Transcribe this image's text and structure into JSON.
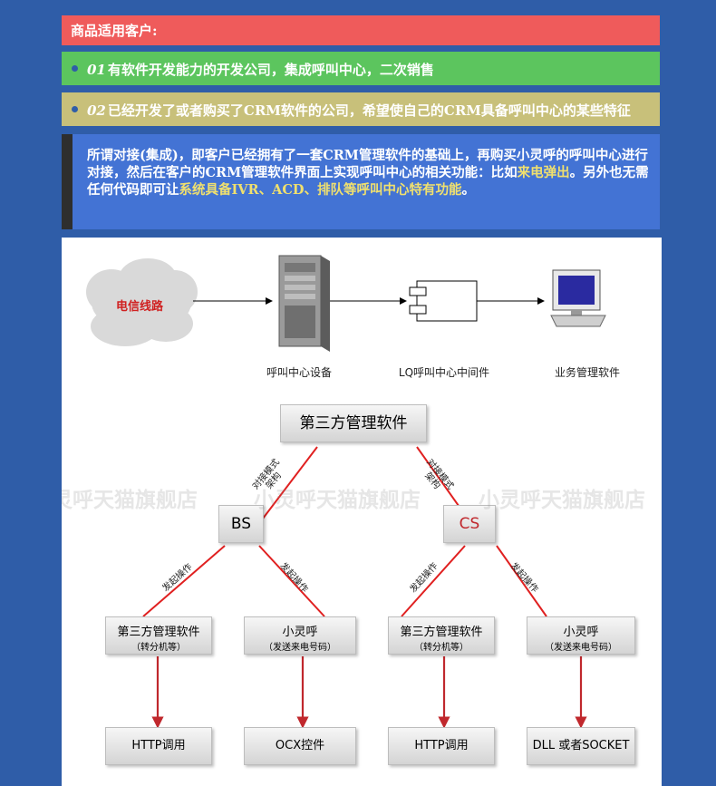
{
  "header": {
    "title": "商品适用客户:"
  },
  "customer_rows": [
    {
      "number": "01",
      "text": "有软件开发能力的开发公司，集成呼叫中心，二次销售"
    },
    {
      "number": "02",
      "text": "已经开发了或者购买了CRM软件的公司，希望使自己的CRM具备呼叫中心的某些特征"
    }
  ],
  "description": {
    "part1": "所谓对接(集成)，即客户已经拥有了一套CRM管理软件的基础上，再购买小灵呼的呼叫中心进行对接，然后在客户的CRM管理软件界面上实现呼叫中心的相关功能：比如",
    "highlight1": "来电弹出",
    "part2": "。另外也无需任何代码即可让",
    "highlight2": "系统具备IVR、ACD、排队等呼叫中心特有功能",
    "part3": "。"
  },
  "diagram": {
    "cloud_label": "电信线路",
    "device_label": "呼叫中心设备",
    "middleware_label": "LQ呼叫中心中间件",
    "business_label": "业务管理软件",
    "top_box": "第三方管理软件",
    "link_label_line1": "对接模式",
    "link_label_line2": "架构",
    "bs_label": "BS",
    "cs_label": "CS",
    "action_label": "发起操作",
    "third_party_label": "第三方管理软件",
    "third_party_sub": "（转分机等）",
    "xlh_label": "小灵呼",
    "xlh_sub": "（发送来电号码）",
    "bottom_http": "HTTP调用",
    "bottom_ocx": "OCX控件",
    "bottom_dll": "DLL 或者SOCKET",
    "watermark": "小灵呼天猫旗舰店"
  },
  "colors": {
    "header_bg": "#ef5b5b",
    "row1_bg": "#5cc55e",
    "row2_bg": "#c8c07a",
    "desc_bg": "#4373d4",
    "page_bg": "#2f5da8",
    "cs_text": "#c0282d",
    "line_red": "#e02020",
    "arrow_red": "#c0282d"
  }
}
